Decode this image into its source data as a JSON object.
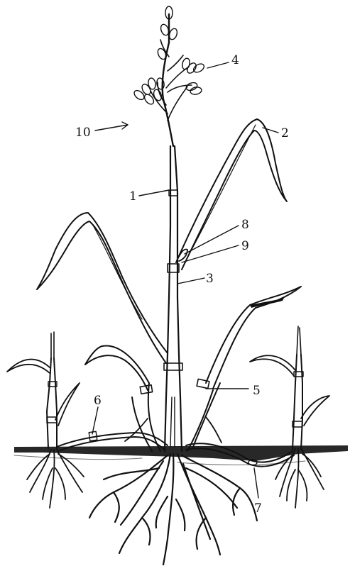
{
  "diagram": {
    "labels": [
      {
        "id": "label-1",
        "text": "1"
      },
      {
        "id": "label-2",
        "text": "2"
      },
      {
        "id": "label-3",
        "text": "3"
      },
      {
        "id": "label-4",
        "text": "4"
      },
      {
        "id": "label-5",
        "text": "5"
      },
      {
        "id": "label-6",
        "text": "6"
      },
      {
        "id": "label-7",
        "text": "7"
      },
      {
        "id": "label-8",
        "text": "8"
      },
      {
        "id": "label-9",
        "text": "9"
      },
      {
        "id": "label-10",
        "text": "10"
      }
    ]
  },
  "colors": {
    "ink": "#111111",
    "paper": "#ffffff"
  }
}
